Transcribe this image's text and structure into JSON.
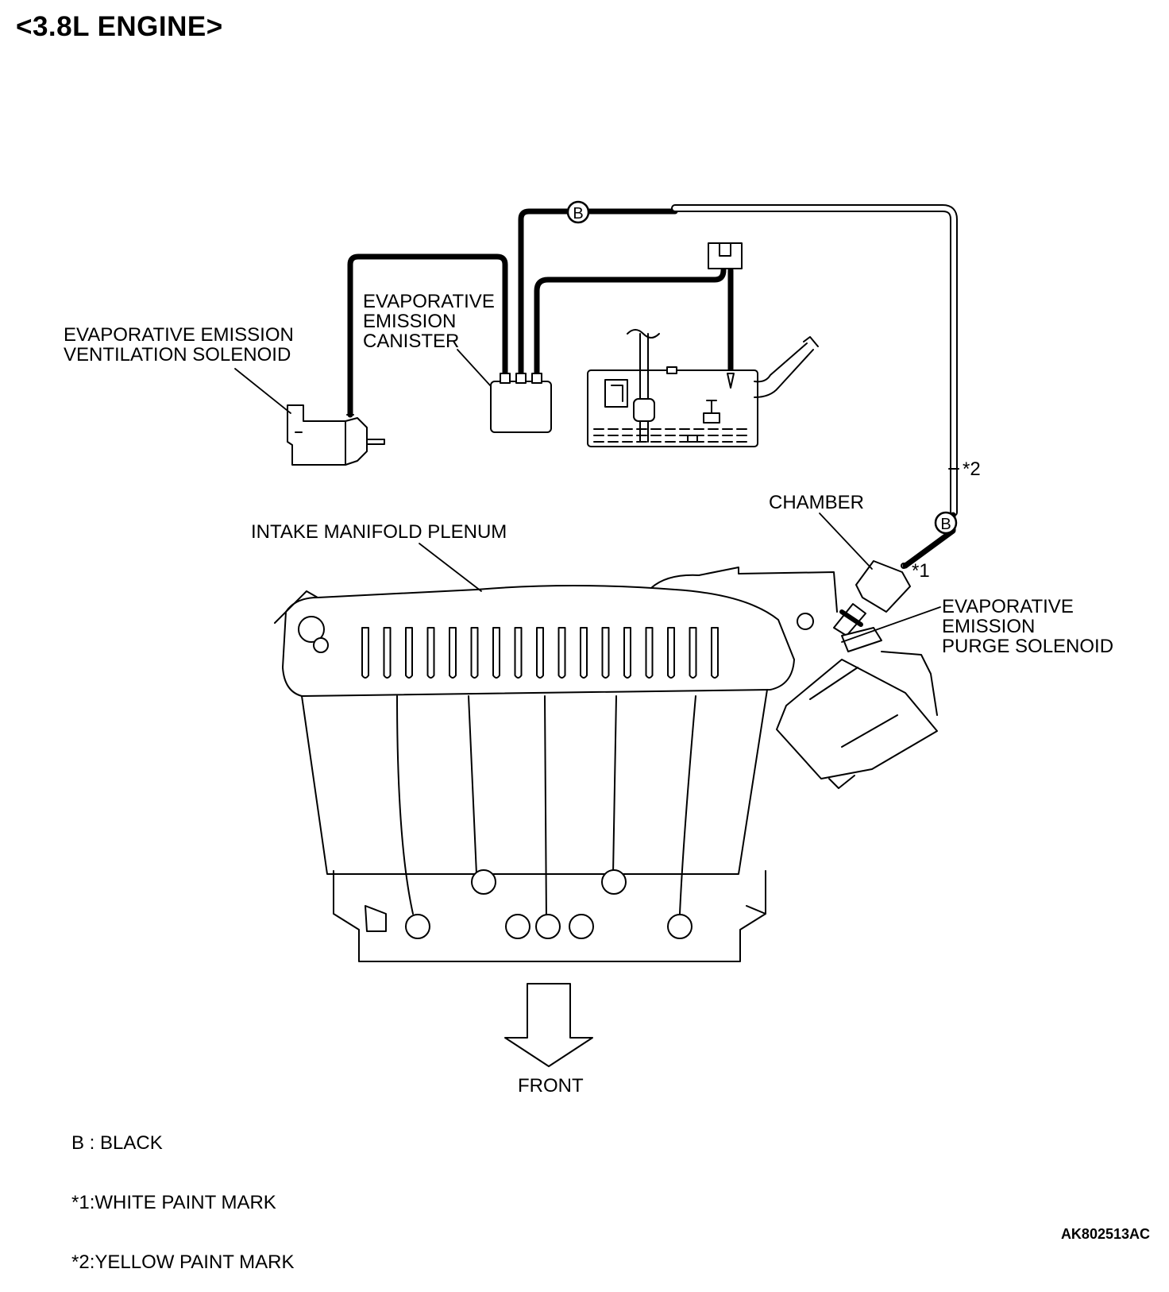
{
  "title": "<3.8L ENGINE>",
  "labels": {
    "ventilation_solenoid": "EVAPORATIVE EMISSION\nVENTILATION SOLENOID",
    "canister": "EVAPORATIVE\nEMISSION\nCANISTER",
    "chamber": "CHAMBER",
    "purge_solenoid": "EVAPORATIVE\nEMISSION\nPURGE SOLENOID",
    "plenum": "INTAKE MANIFOLD PLENUM",
    "front": "FRONT",
    "mark1": "*1",
    "mark2": "*2",
    "hose_b": "B"
  },
  "legend": [
    "B : BLACK",
    "*1:WHITE PAINT MARK",
    "*2:YELLOW PAINT MARK"
  ],
  "figure_id": "AK802513AC"
}
